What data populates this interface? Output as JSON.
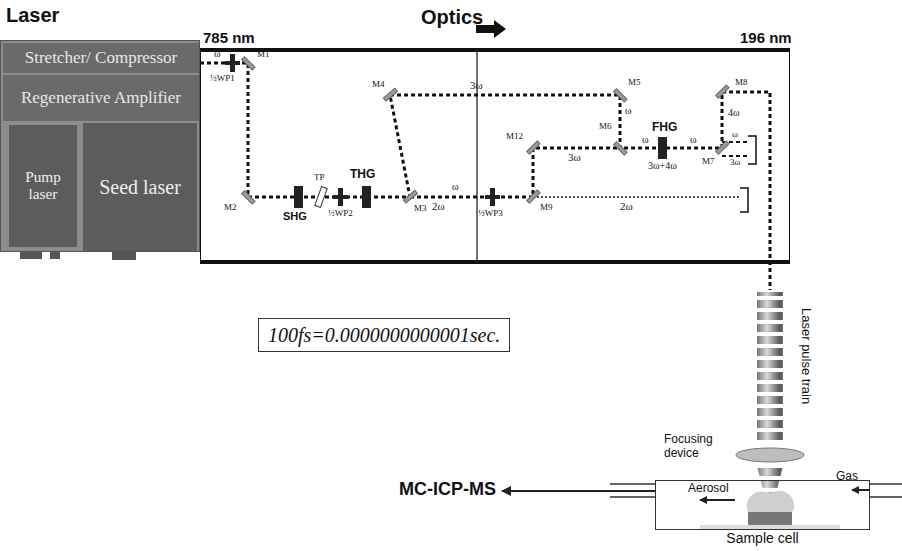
{
  "diagram": {
    "nodes": [
      {
        "text": [
          "Laser"
        ]
      },
      {
        "text": [
          "Stretcher/ Compressor"
        ],
        "in": 0
      },
      {
        "text": [
          "Regenerative Amplifier"
        ],
        "in": 0
      },
      {
        "text": [
          "Pump laser"
        ],
        "in": 0
      },
      {
        "text": [
          "Seed laser"
        ],
        "in": 0
      },
      {
        "text": [
          "Optics"
        ]
      },
      {
        "text": [
          "100fs=0.0000000000001sec."
        ]
      },
      {
        "text": [
          "Focusing device"
        ]
      },
      {
        "text": [
          "Sample cell"
        ]
      },
      {
        "text": [
          "MC-ICP-MS"
        ]
      }
    ],
    "edges": [
      {
        "from": 8,
        "to": 9,
        "arrow": "to"
      }
    ],
    "labels": [
      "785 nm",
      "196 nm",
      "M1",
      "ω",
      "½WP1",
      "M4",
      "3ω",
      "M2",
      "SHG",
      "TP",
      "½WP2",
      "THG",
      "M3",
      "ω",
      "2ω",
      "½WP3",
      "M9",
      "2ω",
      "M12",
      "M5",
      "ω",
      "M6",
      "3ω",
      "ω",
      "FHG",
      "3ω+4ω",
      "ω",
      "M8",
      "4ω",
      "M7",
      "ω",
      "3ω",
      "Laser pulse train",
      "Aerosol",
      "Gas"
    ]
  }
}
